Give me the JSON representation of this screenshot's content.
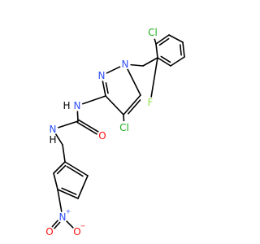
{
  "molecule": {
    "colors": {
      "bond": "#000000",
      "carbon": "#000000",
      "nitrogen": "#3050F8",
      "oxygen": "#FF0D0D",
      "chlorine": "#1FB01F",
      "fluorine": "#90E050",
      "hydrogen": "#000000"
    },
    "atoms": [
      {
        "id": "cl1",
        "element": "chlorine",
        "label": "Cl"
      },
      {
        "id": "f1",
        "element": "fluorine",
        "label": "F"
      },
      {
        "id": "n1",
        "element": "nitrogen",
        "label": "N"
      },
      {
        "id": "n2",
        "element": "nitrogen",
        "label": "N"
      },
      {
        "id": "nh1",
        "element": "nitrogen",
        "label": "N",
        "h_label": "H"
      },
      {
        "id": "cl2",
        "element": "chlorine",
        "label": "Cl"
      },
      {
        "id": "o1",
        "element": "oxygen",
        "label": "O"
      },
      {
        "id": "nh2",
        "element": "nitrogen",
        "label": "N",
        "h_label": "H"
      },
      {
        "id": "n3",
        "element": "nitrogen",
        "label": "N",
        "charge": "+"
      },
      {
        "id": "o2",
        "element": "oxygen",
        "label": "O"
      },
      {
        "id": "o3",
        "element": "oxygen",
        "label": "O",
        "charge": "−"
      }
    ]
  }
}
